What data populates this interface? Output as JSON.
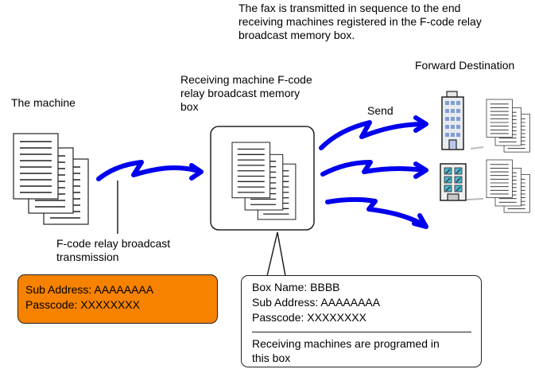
{
  "header": {
    "description": "The fax is transmitted in sequence to the end\nreceiving machines registered in the F-code relay\nbroadcast memory box."
  },
  "labels": {
    "the_machine": "The machine",
    "memory_box": "Receiving machine F-code\nrelay broadcast memory\nbox",
    "forward_destination": "Forward Destination",
    "send": "Send",
    "transmission": "F-code relay broadcast\ntransmission"
  },
  "sender_settings": {
    "sub_address": "Sub Address: AAAAAAAA",
    "passcode": "Passcode: XXXXXXXX"
  },
  "box_settings": {
    "box_name": "Box Name: BBBB",
    "sub_address": "Sub Address: AAAAAAAA",
    "passcode": "Passcode: XXXXXXXX",
    "note": "Receiving machines are programed in\nthis box"
  },
  "colors": {
    "arrow": "#0000ee",
    "highlight": "#f68200"
  }
}
